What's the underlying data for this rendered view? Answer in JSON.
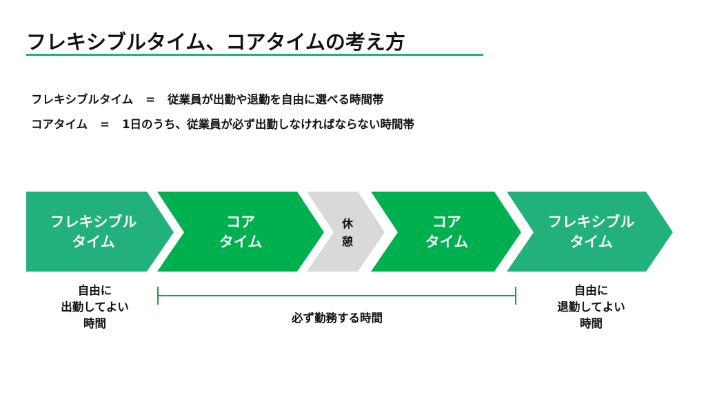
{
  "title": "フレキシブルタイム、コアタイムの考え方",
  "definitions": [
    {
      "term": "フレキシブルタイム",
      "equals": "=",
      "description": "従業員が出勤や退勤を自由に選べる時間帯"
    },
    {
      "term": "コアタイム",
      "equals": "=",
      "description": "1日のうち、従業員が必ず出勤しなければならない時間帯"
    }
  ],
  "flow": {
    "steps": [
      {
        "line1": "フレキシブル",
        "line2": "タイム",
        "color": "#22b07d"
      },
      {
        "line1": "コア",
        "line2": "タイム",
        "color": "#00b04f"
      },
      {
        "line1": "休",
        "line2": "憩",
        "color": "#d9d9d9"
      },
      {
        "line1": "コア",
        "line2": "タイム",
        "color": "#00b04f"
      },
      {
        "line1": "フレキシブル",
        "line2": "タイム",
        "color": "#22b07d"
      }
    ],
    "left_note": [
      "自由に",
      "出勤してよい",
      "時間"
    ],
    "center_note": "必ず勤務する時間",
    "right_note": [
      "自由に",
      "退勤してよい",
      "時間"
    ],
    "bracket_color": "#1e9a4a"
  }
}
